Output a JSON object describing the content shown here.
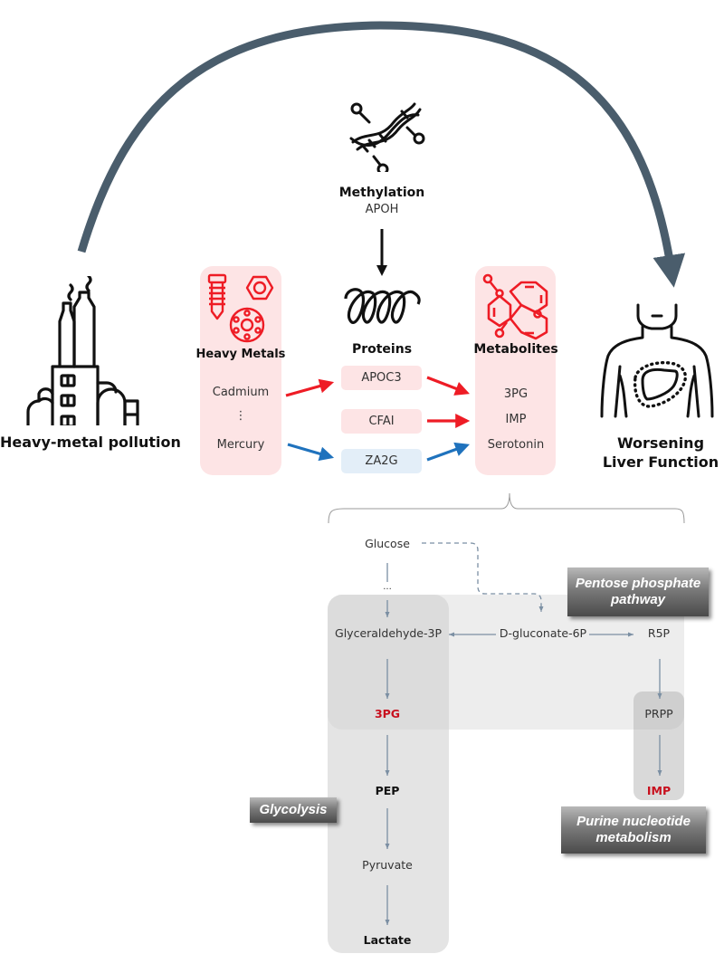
{
  "left_node": {
    "icon": "factory-icon",
    "label": "Heavy-metal pollution"
  },
  "right_node": {
    "icon": "human-liver-icon",
    "label_line1": "Worsening",
    "label_line2": "Liver Function"
  },
  "methylation": {
    "icon": "dna-icon",
    "title": "Methylation",
    "gene": "APOH"
  },
  "heavy_metals": {
    "icon": "bolt-nut-icon",
    "title": "Heavy Metals",
    "items": [
      "Cadmium",
      "⋮",
      "Mercury"
    ]
  },
  "proteins": {
    "icon": "protein-helix-icon",
    "title": "Proteins",
    "items": [
      {
        "label": "APOC3",
        "direction": "up",
        "color": "#fde4e5"
      },
      {
        "label": "CFAI",
        "direction": "up",
        "color": "#fde4e5"
      },
      {
        "label": "ZA2G",
        "direction": "down",
        "color": "#e3eef8"
      }
    ]
  },
  "metabolites": {
    "icon": "molecule-icon",
    "title": "Metabolites",
    "items": [
      "3PG",
      "IMP",
      "Serotonin"
    ]
  },
  "colors": {
    "up_arrow": "#ee1c25",
    "down_arrow": "#1f72bd",
    "main_arc": "#4a5d6c",
    "panel": "#fde4e5",
    "highlight": "#c8101e",
    "pathway_arrow": "#7b8fa3"
  },
  "pathway": {
    "glucose": "Glucose",
    "ellipsis": "...",
    "glyceraldehyde": "Glyceraldehyde-3P",
    "gluconate": "D-gluconate-6P",
    "r5p": "R5P",
    "prpp": "PRPP",
    "pg3": "3PG",
    "imp": "IMP",
    "pep": "PEP",
    "pyruvate": "Pyruvate",
    "lactate": "Lactate",
    "labels": {
      "pentose_line1": "Pentose phosphate",
      "pentose_line2": "pathway",
      "glycolysis": "Glycolysis",
      "purine_line1": "Purine nucleotide",
      "purine_line2": "metabolism"
    }
  }
}
